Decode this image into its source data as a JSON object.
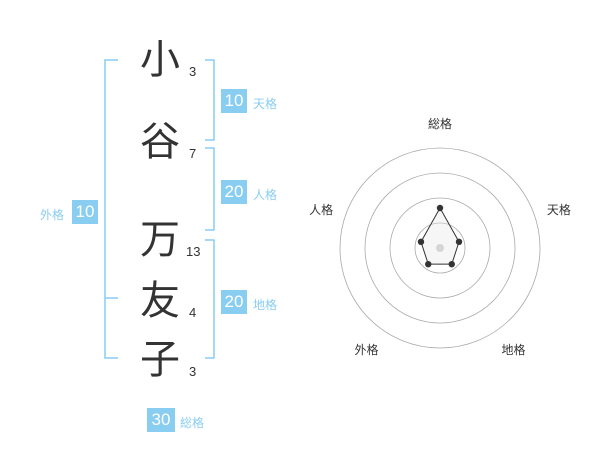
{
  "name": {
    "chars": [
      {
        "char": "小",
        "strokes": "3"
      },
      {
        "char": "谷",
        "strokes": "7"
      },
      {
        "char": "万",
        "strokes": "13"
      },
      {
        "char": "友",
        "strokes": "4"
      },
      {
        "char": "子",
        "strokes": "3"
      }
    ]
  },
  "kakusu": {
    "tenkaku": {
      "value": "10",
      "label": "天格"
    },
    "jinkaku": {
      "value": "20",
      "label": "人格"
    },
    "chikaku": {
      "value": "20",
      "label": "地格"
    },
    "gaikaku": {
      "value": "10",
      "label": "外格"
    },
    "soukaku": {
      "value": "30",
      "label": "総格"
    }
  },
  "chart_data": {
    "type": "radar",
    "axes": [
      "総格",
      "天格",
      "地格",
      "外格",
      "人格"
    ],
    "values": [
      2,
      1,
      1,
      1,
      1
    ],
    "rmax": 5,
    "rings": 4,
    "colors": {
      "bracket": "#89cdf1",
      "ring": "#aaaaaa",
      "line": "#333333",
      "dot": "#333333",
      "center": "#cccccc"
    }
  }
}
